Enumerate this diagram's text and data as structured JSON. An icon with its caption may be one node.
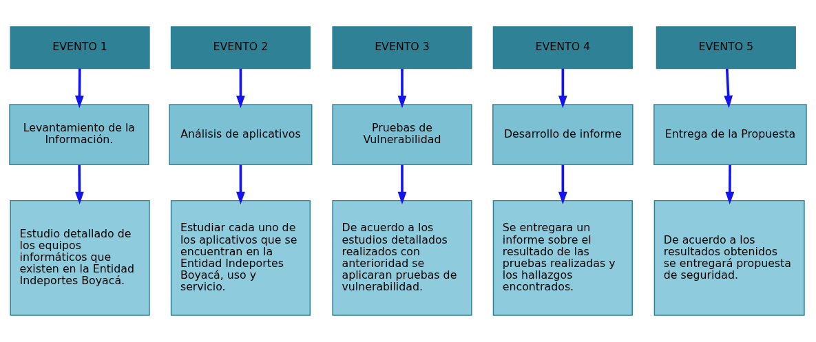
{
  "diagram": {
    "nodes": [
      {
        "text": [
          "EVENTO 1"
        ]
      },
      {
        "text": [
          "EVENTO 2"
        ]
      },
      {
        "text": [
          "EVENTO 3"
        ]
      },
      {
        "text": [
          "EVENTO 4"
        ]
      },
      {
        "text": [
          "EVENTO 5"
        ]
      },
      {
        "text": [
          "Levantamiento de la Información."
        ]
      },
      {
        "text": [
          "Análisis de aplicativos"
        ]
      },
      {
        "text": [
          "Pruebas de Vulnerabilidad"
        ]
      },
      {
        "text": [
          "Desarrollo de informe"
        ]
      },
      {
        "text": [
          "Entrega de la Propuesta"
        ]
      },
      {
        "text": [
          "Estudio detallado de los equipos informáticos que existen en la Entidad Indeportes Boyacá."
        ]
      },
      {
        "text": [
          "Estudiar cada uno de los aplicativos que se encuentran en la Entidad Indeportes Boyacá, uso y servicio."
        ]
      },
      {
        "text": [
          "De acuerdo a los estudios detallados realizados con anterioridad se aplicaran pruebas de vulnerabilidad."
        ]
      },
      {
        "text": [
          "Se entregara un informe sobre el resultado de las pruebas realizadas y los hallazgos encontrados."
        ]
      },
      {
        "text": [
          "De acuerdo a los resultados obtenidos se entregará propuesta de seguridad."
        ]
      }
    ],
    "edges": [
      {
        "from": 0,
        "to": 5,
        "arrow": "to"
      },
      {
        "from": 1,
        "to": 6,
        "arrow": "to"
      },
      {
        "from": 2,
        "to": 7,
        "arrow": "to"
      },
      {
        "from": 3,
        "to": 8,
        "arrow": "to"
      },
      {
        "from": 4,
        "to": 9,
        "arrow": "to"
      },
      {
        "from": 5,
        "to": 10,
        "arrow": "to"
      },
      {
        "from": 6,
        "to": 11,
        "arrow": "to"
      },
      {
        "from": 7,
        "to": 12,
        "arrow": "to"
      },
      {
        "from": 8,
        "to": 13,
        "arrow": "to"
      },
      {
        "from": 9,
        "to": 14,
        "arrow": "to"
      }
    ]
  }
}
